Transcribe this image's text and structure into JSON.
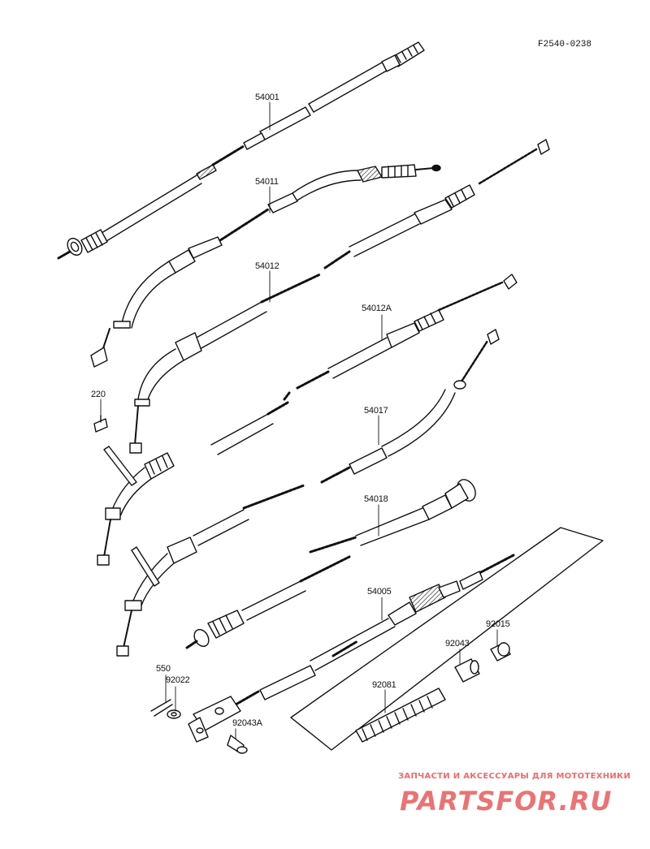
{
  "figure_code": "F2540-0238",
  "parts": [
    {
      "id": "54001",
      "label": "54001"
    },
    {
      "id": "54011",
      "label": "54011"
    },
    {
      "id": "54012",
      "label": "54012"
    },
    {
      "id": "54012A",
      "label": "54012A"
    },
    {
      "id": "220",
      "label": "220"
    },
    {
      "id": "54017",
      "label": "54017"
    },
    {
      "id": "54018",
      "label": "54018"
    },
    {
      "id": "54005",
      "label": "54005"
    },
    {
      "id": "92015",
      "label": "92015"
    },
    {
      "id": "92043",
      "label": "92043"
    },
    {
      "id": "550",
      "label": "550"
    },
    {
      "id": "92022",
      "label": "92022"
    },
    {
      "id": "92081",
      "label": "92081"
    },
    {
      "id": "92043A",
      "label": "92043A"
    }
  ],
  "watermark": {
    "tagline": "ЗАПЧАСТИ И АКСЕССУАРЫ ДЛЯ МОТОТЕХНИКИ",
    "brand": "PARTSFOR.RU",
    "color": "#e85a5a"
  }
}
